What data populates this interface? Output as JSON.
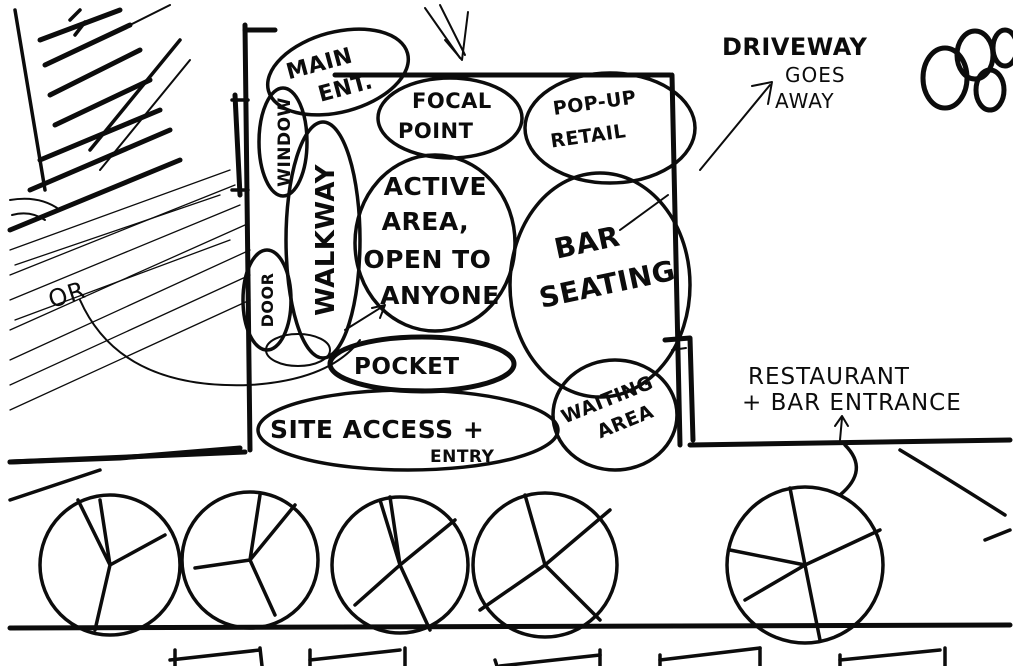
{
  "zones": {
    "main_entrance": [
      "MAIN",
      "ENT."
    ],
    "focal_point": [
      "FOCAL",
      "POINT"
    ],
    "popup_retail": [
      "POP-UP",
      "RETAIL"
    ],
    "window": "WINDOW",
    "walkway": "WALKWAY",
    "door": "DOOR",
    "active_area": [
      "ACTIVE",
      "AREA,",
      "OPEN TO",
      "ANYONE"
    ],
    "bar_seating": [
      "BAR",
      "SEATING"
    ],
    "pocket": "POCKET",
    "waiting_area": [
      "WAITING",
      "AREA"
    ],
    "site_access": [
      "SITE ACCESS +",
      "ENTRY"
    ]
  },
  "notes": {
    "driveway": [
      "DRIVEWAY",
      "GOES",
      "AWAY"
    ],
    "or": "OR",
    "restaurant_entrance": [
      "RESTAURANT",
      "+ BAR ENTRANCE"
    ]
  }
}
